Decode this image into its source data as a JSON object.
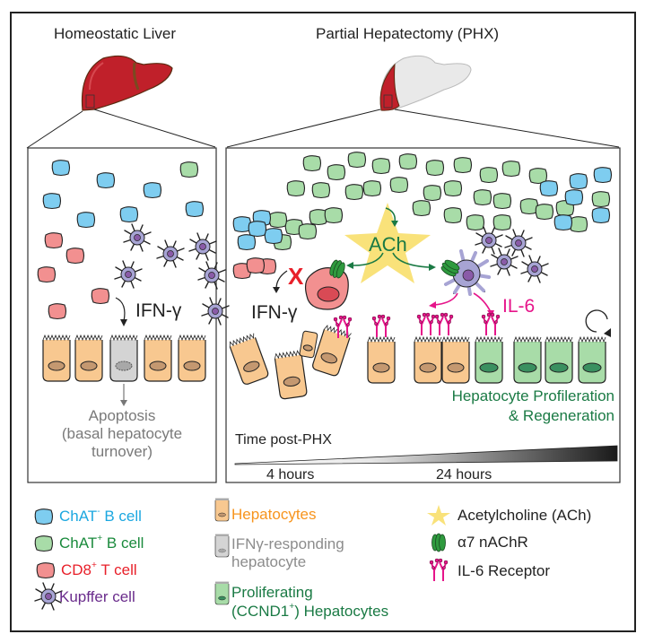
{
  "colors": {
    "chat_neg_b_cell": "#1ba7e0",
    "chat_pos_b_cell": "#1a8a3c",
    "cd8_t_cell": "#e8202a",
    "kupffer_cell": "#6a2c8c",
    "hepatocytes": "#f7941d",
    "ifn_responding": "#8c8c8c",
    "proliferating": "#1a7a44",
    "il6": "#e6158a",
    "ach_text": "#1a7a44",
    "x_mark": "#e8202a",
    "liver_red": "#c0202a",
    "star_yellow": "#f9e27a"
  },
  "panels": {
    "left": {
      "title": "Homeostatic Liver",
      "ifn_label": "IFN-γ",
      "outcome_line1": "Apoptosis",
      "outcome_line2": "(basal hepatocyte",
      "outcome_line3": "turnover)"
    },
    "right": {
      "title": "Partial Hepatectomy (PHX)",
      "ach_label": "ACh",
      "ifn_label": "IFN-γ",
      "x_mark": "X",
      "il6_label": "IL-6",
      "outcome_line1": "Hepatocyte Profileration",
      "outcome_line2": "& Regeneration",
      "timeline": {
        "title": "Time post-PHX",
        "tick1": "4 hours",
        "tick2": "24 hours"
      }
    }
  },
  "legend": {
    "col1": [
      {
        "icon": "chat-neg-b-cell-icon",
        "label": "ChAT",
        "sup": "-",
        "suffix": " B cell"
      },
      {
        "icon": "chat-pos-b-cell-icon",
        "label": "ChAT",
        "sup": "+",
        "suffix": " B cell"
      },
      {
        "icon": "cd8-t-cell-icon",
        "label": "CD8",
        "sup": "+",
        "suffix": " T cell"
      },
      {
        "icon": "kupffer-cell-icon",
        "label": "Kupffer cell",
        "sup": "",
        "suffix": ""
      }
    ],
    "col2": [
      {
        "icon": "hepatocyte-icon",
        "line1": "Hepatocytes",
        "line2": ""
      },
      {
        "icon": "ifn-responding-hepatocyte-icon",
        "line1": "IFNγ-responding",
        "line2": "hepatocyte"
      },
      {
        "icon": "proliferating-hepatocyte-icon",
        "line1": "Proliferating",
        "line2_pre": "(CCND1",
        "line2_sup": "+",
        "line2_post": ") Hepatocytes"
      }
    ],
    "col3": [
      {
        "icon": "acetylcholine-star-icon",
        "label": "Acetylcholine (ACh)"
      },
      {
        "icon": "a7-nachr-icon",
        "label": "α7 nAChR"
      },
      {
        "icon": "il6-receptor-icon",
        "label": "IL-6 Receptor"
      }
    ]
  }
}
